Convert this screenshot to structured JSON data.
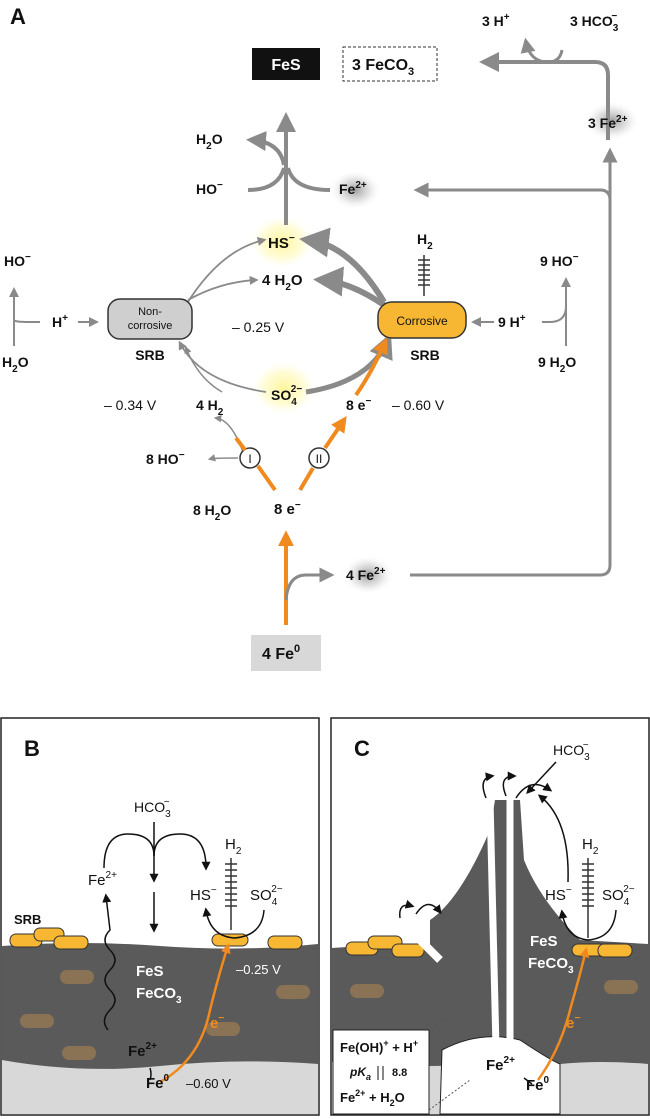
{
  "panels": {
    "a": "A",
    "b": "B",
    "c": "C"
  },
  "colors": {
    "orange": "#f08a1e",
    "yellow_cell": "#f7b733",
    "gray_arrow": "#8a8a8a",
    "grey_cell": "#cfcfcf",
    "dark_layer": "#5a5a5a",
    "metal": "#d8d8d8"
  },
  "a": {
    "fes": "FeS",
    "feco3": "3 FeCO",
    "feco3_sub": "3",
    "top_h": "3 H",
    "top_h_sup": "+",
    "top_hco3": "3 HCO",
    "top_hco3_sub": "3",
    "top_hco3_sup": "−",
    "fe3_right": "3 Fe",
    "fe3_right_sup": "2+",
    "h2o_top": "H",
    "h2o_top_sub": "2",
    "h2o_top_o": "O",
    "ho_top": "HO",
    "ho_top_sup": "−",
    "fe2_mid": "Fe",
    "fe2_mid_sup": "2+",
    "hs": "HS",
    "hs_sup": "−",
    "h2_top": "H",
    "h2_top_sub": "2",
    "water4": "4 H",
    "water4_sub": "2",
    "water4_o": "O",
    "ho_left": "HO",
    "ho_left_sup": "−",
    "h_left": "H",
    "h_left_sup": "+",
    "h2o_left": "H",
    "h2o_left_sub": "2",
    "h2o_left_o": "O",
    "noncorr_1": "Non-",
    "noncorr_2": "corrosive",
    "srb_left": "SRB",
    "v_mid": "– 0.25 V",
    "corrosive": "Corrosive",
    "srb_right": "SRB",
    "h9": "9 H",
    "h9_sup": "+",
    "ho9": "9 HO",
    "ho9_sup": "−",
    "h2o9": "9 H",
    "h2o9_sub": "2",
    "h2o9_o": "O",
    "v_left": "– 0.34 V",
    "h2_4": "4 H",
    "h2_4_sub": "2",
    "so4": "SO",
    "so4_sub": "4",
    "so4_sup": "2−",
    "e8_right": "8 e",
    "e8_right_sup": "−",
    "v_right": "– 0.60 V",
    "ho8": "8 HO",
    "ho8_sup": "−",
    "path_one": "I",
    "path_two": "II",
    "h2o8": "8 H",
    "h2o8_sub": "2",
    "h2o8_o": "O",
    "e8": "8 e",
    "e8_sup": "−",
    "fe4": "4 Fe",
    "fe4_sup": "2+",
    "fe0": "4 Fe",
    "fe0_sup": "0"
  },
  "b": {
    "hco3": "HCO",
    "hco3_sub": "3",
    "hco3_sup": "−",
    "h2": "H",
    "h2_sub": "2",
    "fe2_top": "Fe",
    "fe2_top_sup": "2+",
    "hs": "HS",
    "hs_sup": "−",
    "so4": "SO",
    "so4_sub": "4",
    "so4_sup": "2−",
    "srb": "SRB",
    "fes": "FeS",
    "feco3": "FeCO",
    "feco3_sub": "3",
    "v_top": "–0.25 V",
    "e": "e",
    "e_sup": "−",
    "fe2_bottom": "Fe",
    "fe2_bottom_sup": "2+",
    "fe0": "Fe",
    "fe0_sup": "0",
    "v_bottom": "–0.60 V"
  },
  "c": {
    "hco3": "HCO",
    "hco3_sub": "3",
    "hco3_sup": "−",
    "h2": "H",
    "h2_sub": "2",
    "hs": "HS",
    "hs_sup": "−",
    "so4": "SO",
    "so4_sub": "4",
    "so4_sup": "2−",
    "fes": "FeS",
    "feco3": "FeCO",
    "feco3_sub": "3",
    "e": "e",
    "e_sup": "−",
    "feoh": "Fe(OH)",
    "feoh_sup": "+",
    "feoh_tail": " + H",
    "feoh_tail_sup": "+",
    "pka": "pK",
    "pka_sub": "a",
    "pka_val": "8.8",
    "fe2h2o": "Fe",
    "fe2h2o_sup": "2+",
    "fe2h2o_tail": " + H",
    "fe2h2o_tail_sub": "2",
    "fe2h2o_tail_o": "O",
    "fe2": "Fe",
    "fe2_sup": "2+",
    "fe0": "Fe",
    "fe0_sup": "0"
  }
}
